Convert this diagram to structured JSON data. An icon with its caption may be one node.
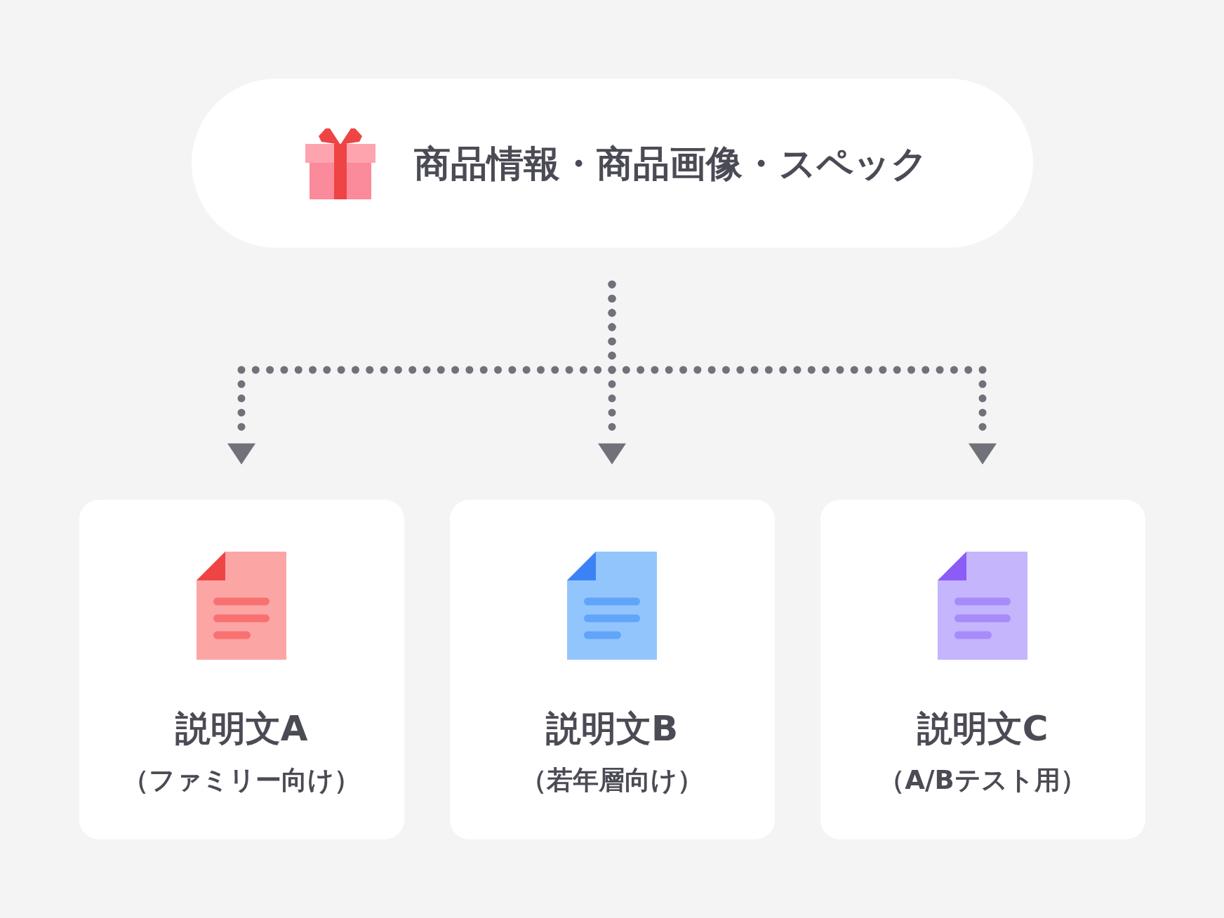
{
  "diagram": {
    "nodes": [
      {
        "text": [
          "商品情報・商品画像・スペック"
        ]
      },
      {
        "text": [
          "説明文A",
          "（ファミリー向け）"
        ]
      },
      {
        "text": [
          "説明文B",
          "（若年層向け）"
        ]
      },
      {
        "text": [
          "説明文C",
          "（A/Bテスト用）"
        ]
      }
    ],
    "edges": [
      {
        "from": 0,
        "to": 1,
        "arrow": "to",
        "style": "dashed"
      },
      {
        "from": 0,
        "to": 2,
        "arrow": "to",
        "style": "dashed"
      },
      {
        "from": 0,
        "to": 3,
        "arrow": "to",
        "style": "dashed"
      }
    ]
  }
}
